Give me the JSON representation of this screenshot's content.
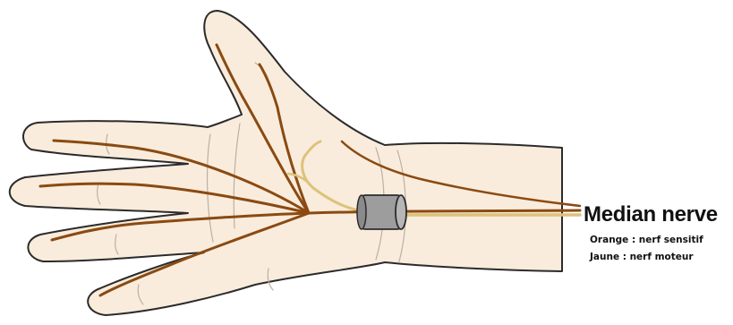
{
  "diagram": {
    "title": "Median nerve",
    "legend": [
      "Orange : nerf sensitif",
      "Jaune : nerf moteur"
    ]
  },
  "colors": {
    "skin": "#f9ecdc",
    "outline": "#2b2b2b",
    "crease": "#b9b1a4",
    "nerve_sensory": "#8a4a12",
    "nerve_motor": "#ddc27a",
    "cuff": "#9d9d9d"
  },
  "icons": {
    "compression": "gray-cylinder-cuff"
  }
}
